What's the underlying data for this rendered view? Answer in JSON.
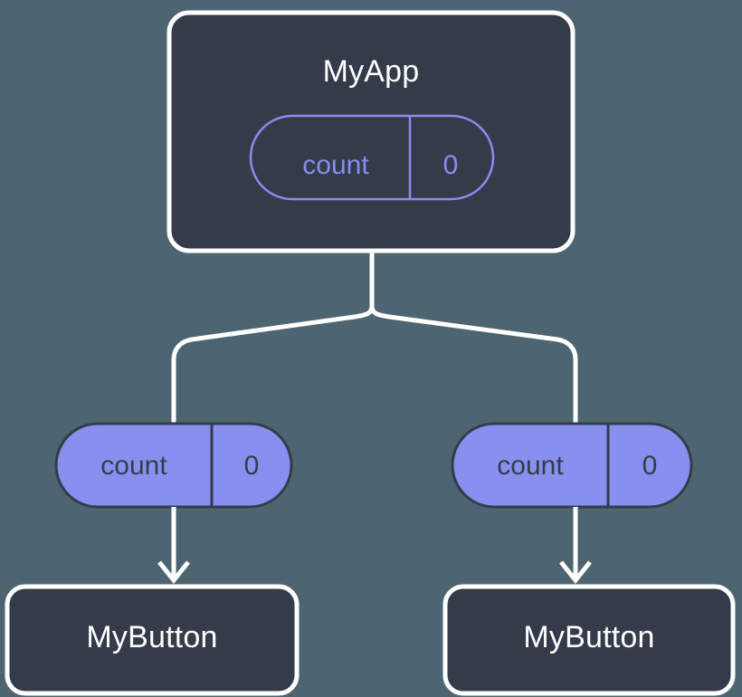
{
  "diagram": {
    "type": "component-state-tree",
    "background_color": "#4d6570",
    "colors": {
      "node_fill": "#343c4a",
      "node_border": "#ffffff",
      "node_text": "#ffffff",
      "pill_fill": "#8890ef",
      "pill_outline": "#8b8bf0",
      "pill_text_dark": "#343c4a",
      "connector": "#ffffff"
    },
    "root": {
      "name": "root-node",
      "label": "MyApp",
      "state_pill": {
        "name": "count-state-pill-root",
        "style": "outlined",
        "key": "count",
        "value": "0"
      }
    },
    "branches": [
      {
        "name": "left-branch",
        "prop_pill": {
          "name": "count-prop-pill-left",
          "style": "filled",
          "key": "count",
          "value": "0"
        },
        "child": {
          "name": "child-node-left",
          "label": "MyButton"
        }
      },
      {
        "name": "right-branch",
        "prop_pill": {
          "name": "count-prop-pill-right",
          "style": "filled",
          "key": "count",
          "value": "0"
        },
        "child": {
          "name": "child-node-right",
          "label": "MyButton"
        }
      }
    ]
  }
}
